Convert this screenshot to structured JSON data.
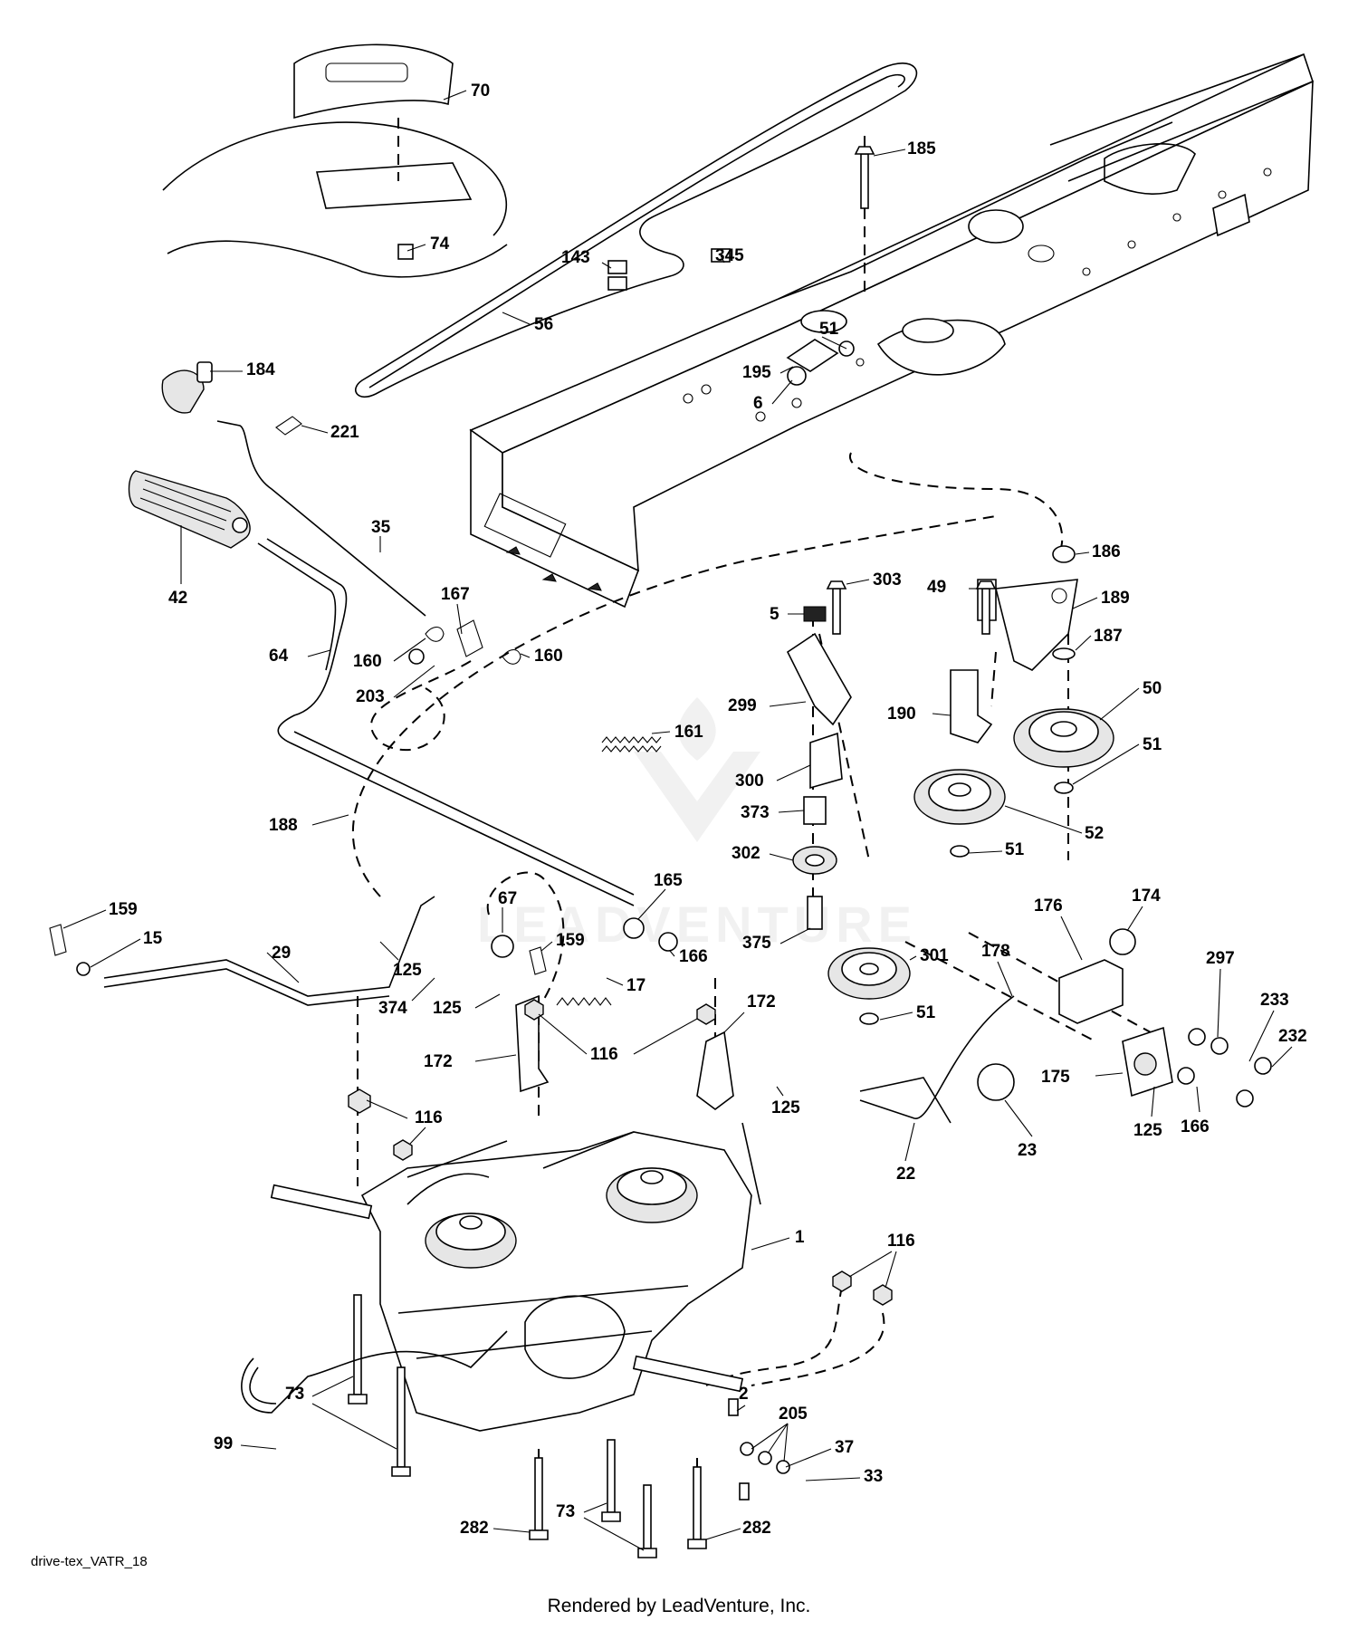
{
  "diagram": {
    "drawing_id": "drive-tex_VATR_18",
    "footer": "Rendered by LeadVenture, Inc.",
    "watermark": "LEADVENTURE",
    "labels": [
      "70",
      "185",
      "74",
      "345",
      "143",
      "56",
      "51",
      "195",
      "6",
      "184",
      "221",
      "35",
      "42",
      "167",
      "160",
      "160",
      "64",
      "203",
      "161",
      "186",
      "303",
      "49",
      "189",
      "5",
      "187",
      "299",
      "50",
      "190",
      "51",
      "300",
      "373",
      "188",
      "302",
      "52",
      "51",
      "165",
      "67",
      "159",
      "15",
      "166",
      "375",
      "301",
      "178",
      "176",
      "174",
      "29",
      "125",
      "374",
      "159",
      "17",
      "297",
      "233",
      "232",
      "125",
      "172",
      "172",
      "116",
      "51",
      "125",
      "175",
      "166",
      "125",
      "116",
      "22",
      "23",
      "1",
      "116",
      "2",
      "205",
      "73",
      "37",
      "33",
      "99",
      "282",
      "73",
      "282"
    ]
  }
}
